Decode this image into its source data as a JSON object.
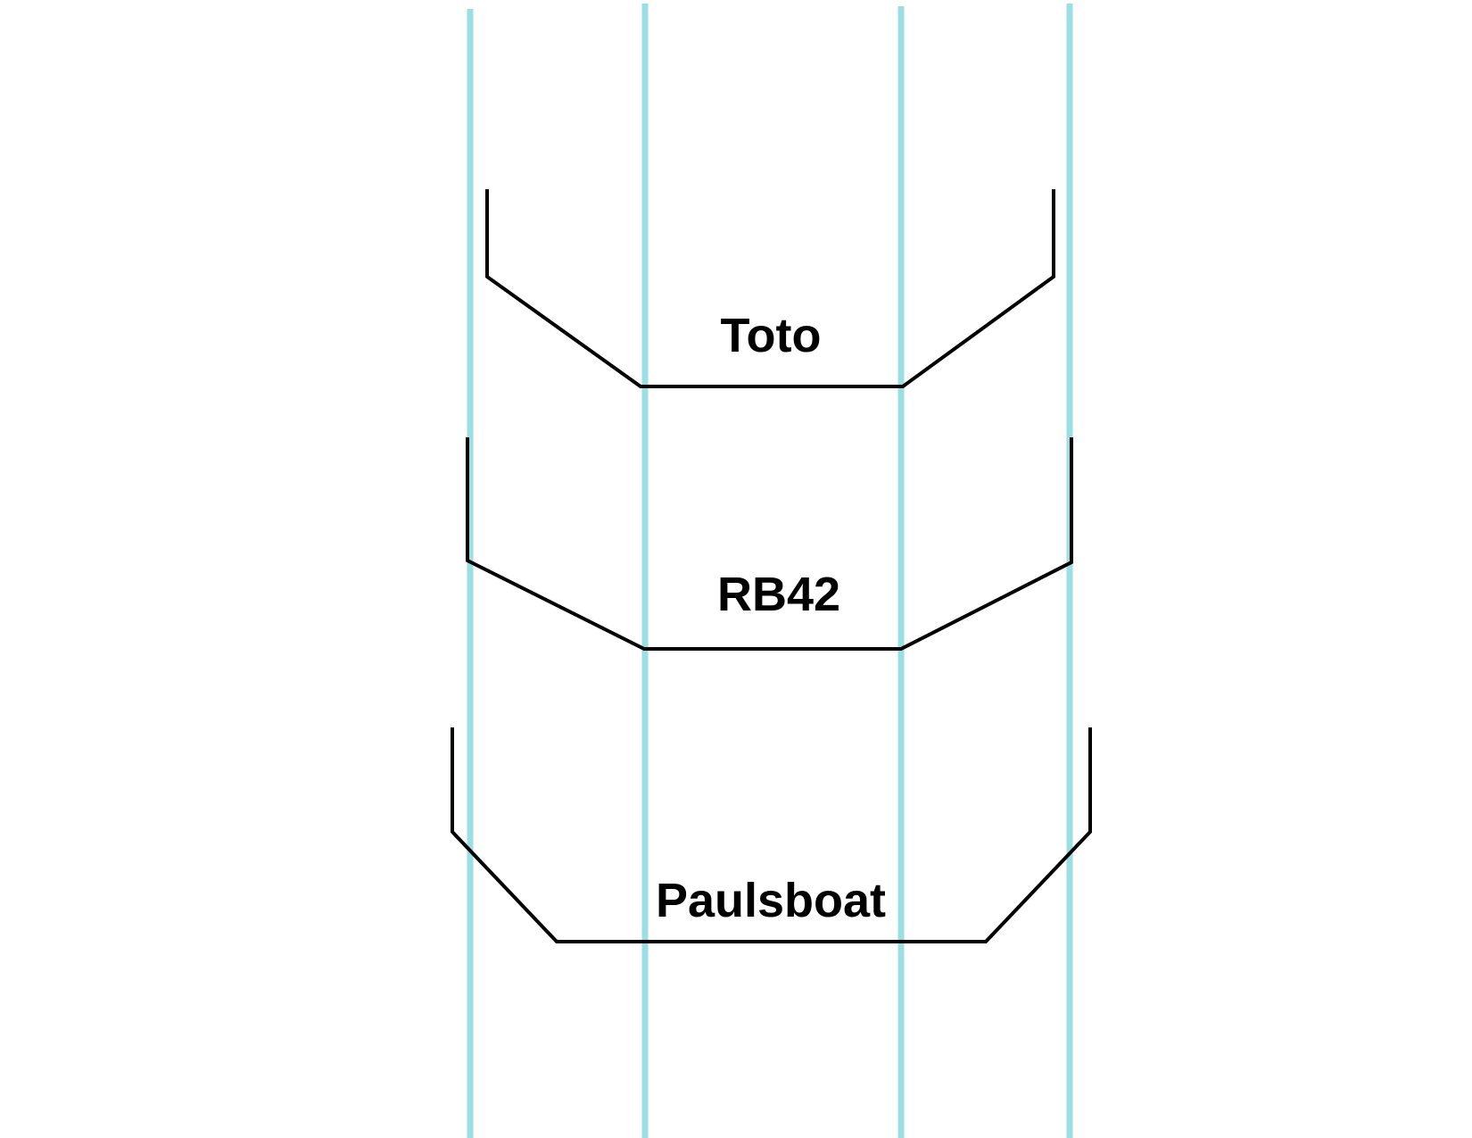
{
  "colors": {
    "background": "#ffffff",
    "guide_line": "#9adfe4",
    "hull_outline": "#000000",
    "label_text": "#000000"
  },
  "hulls": [
    {
      "name": "Toto"
    },
    {
      "name": "RB42"
    },
    {
      "name": "Paulsboat"
    }
  ]
}
